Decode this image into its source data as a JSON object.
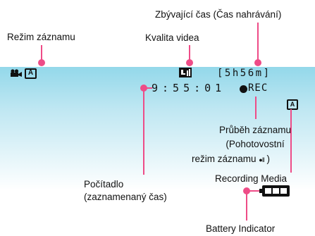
{
  "callouts": {
    "mode": "Režim záznamu",
    "quality": "Kvalita videa",
    "remaining": "Zbývající čas (Čas nahrávání)",
    "progress_line1": "Průběh záznamu",
    "progress_line2": "(Pohotovostní",
    "progress_line3_prefix": "režim záznamu",
    "progress_pause_symbol": "●II",
    "progress_close": ")",
    "media": "Recording Media",
    "counter_line1": "Počítadlo",
    "counter_line2": "(zaznamenaný čas)",
    "battery": "Battery Indicator"
  },
  "lcd": {
    "mode_badge": "A",
    "remaining": "[5h56m]",
    "counter": "9:55:01",
    "rec": "REC",
    "media_badge": "A"
  },
  "colors": {
    "callout_line": "#ee4c87",
    "screen_top": "#93d8ea",
    "icon": "#111111"
  },
  "icons": [
    "video-camera-icon",
    "auto-mode-icon",
    "video-quality-icon",
    "rec-dot-icon",
    "battery-icon"
  ]
}
